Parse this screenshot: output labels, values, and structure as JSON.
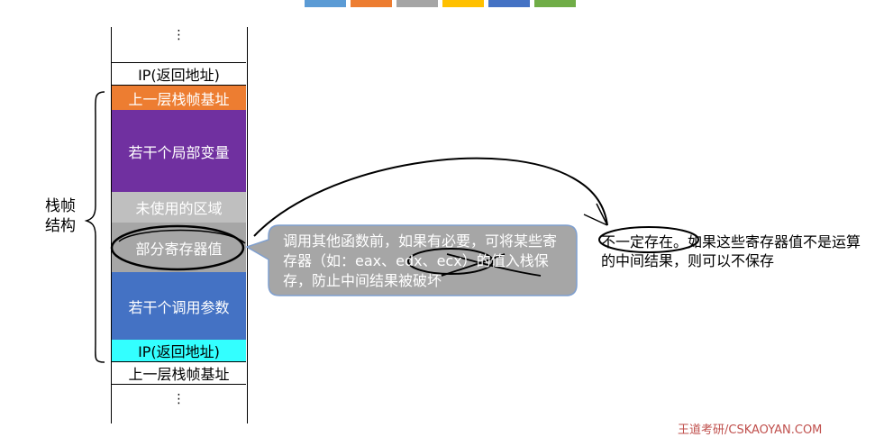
{
  "color_strip": [
    "#5b9bd5",
    "#ed7d31",
    "#a5a5a5",
    "#ffc000",
    "#4472c4",
    "#70ad47"
  ],
  "stack": {
    "top_dots": "⋮",
    "bottom_dots": "⋮",
    "cells": [
      {
        "label": "IP(返回地址)",
        "bg": "#ffffff",
        "fg": "#000000"
      },
      {
        "label": "上一层栈帧基址",
        "bg": "#ed7d31",
        "fg": "#ffffff"
      },
      {
        "label": "若干个局部变量",
        "bg": "#7030a0",
        "fg": "#ffffff"
      },
      {
        "label": "未使用的区域",
        "bg": "#bfbfbf",
        "fg": "#ffffff"
      },
      {
        "label": "部分寄存器值",
        "bg": "#a6a6a6",
        "fg": "#ffffff"
      },
      {
        "label": "若干个调用参数",
        "bg": "#4472c4",
        "fg": "#ffffff"
      },
      {
        "label": "IP(返回地址)",
        "bg": "#33ffff",
        "fg": "#000000"
      },
      {
        "label": "上一层栈帧基址",
        "bg": "#ffffff",
        "fg": "#000000"
      }
    ]
  },
  "brace_label": "栈帧\n结构",
  "callout": {
    "text": "调用其他函数前，如果有必要，可将某些寄存器（如：eax、edx、ecx）的值入栈保存，防止中间结果被破坏",
    "fill": "#a6a6a6",
    "stroke": "#7f9fcf"
  },
  "note": {
    "text": "不一定存在。如果这些寄存器值不是运算的中间结果，则可以不保存"
  },
  "watermark": "王道考研/CSKAOYAN.COM"
}
